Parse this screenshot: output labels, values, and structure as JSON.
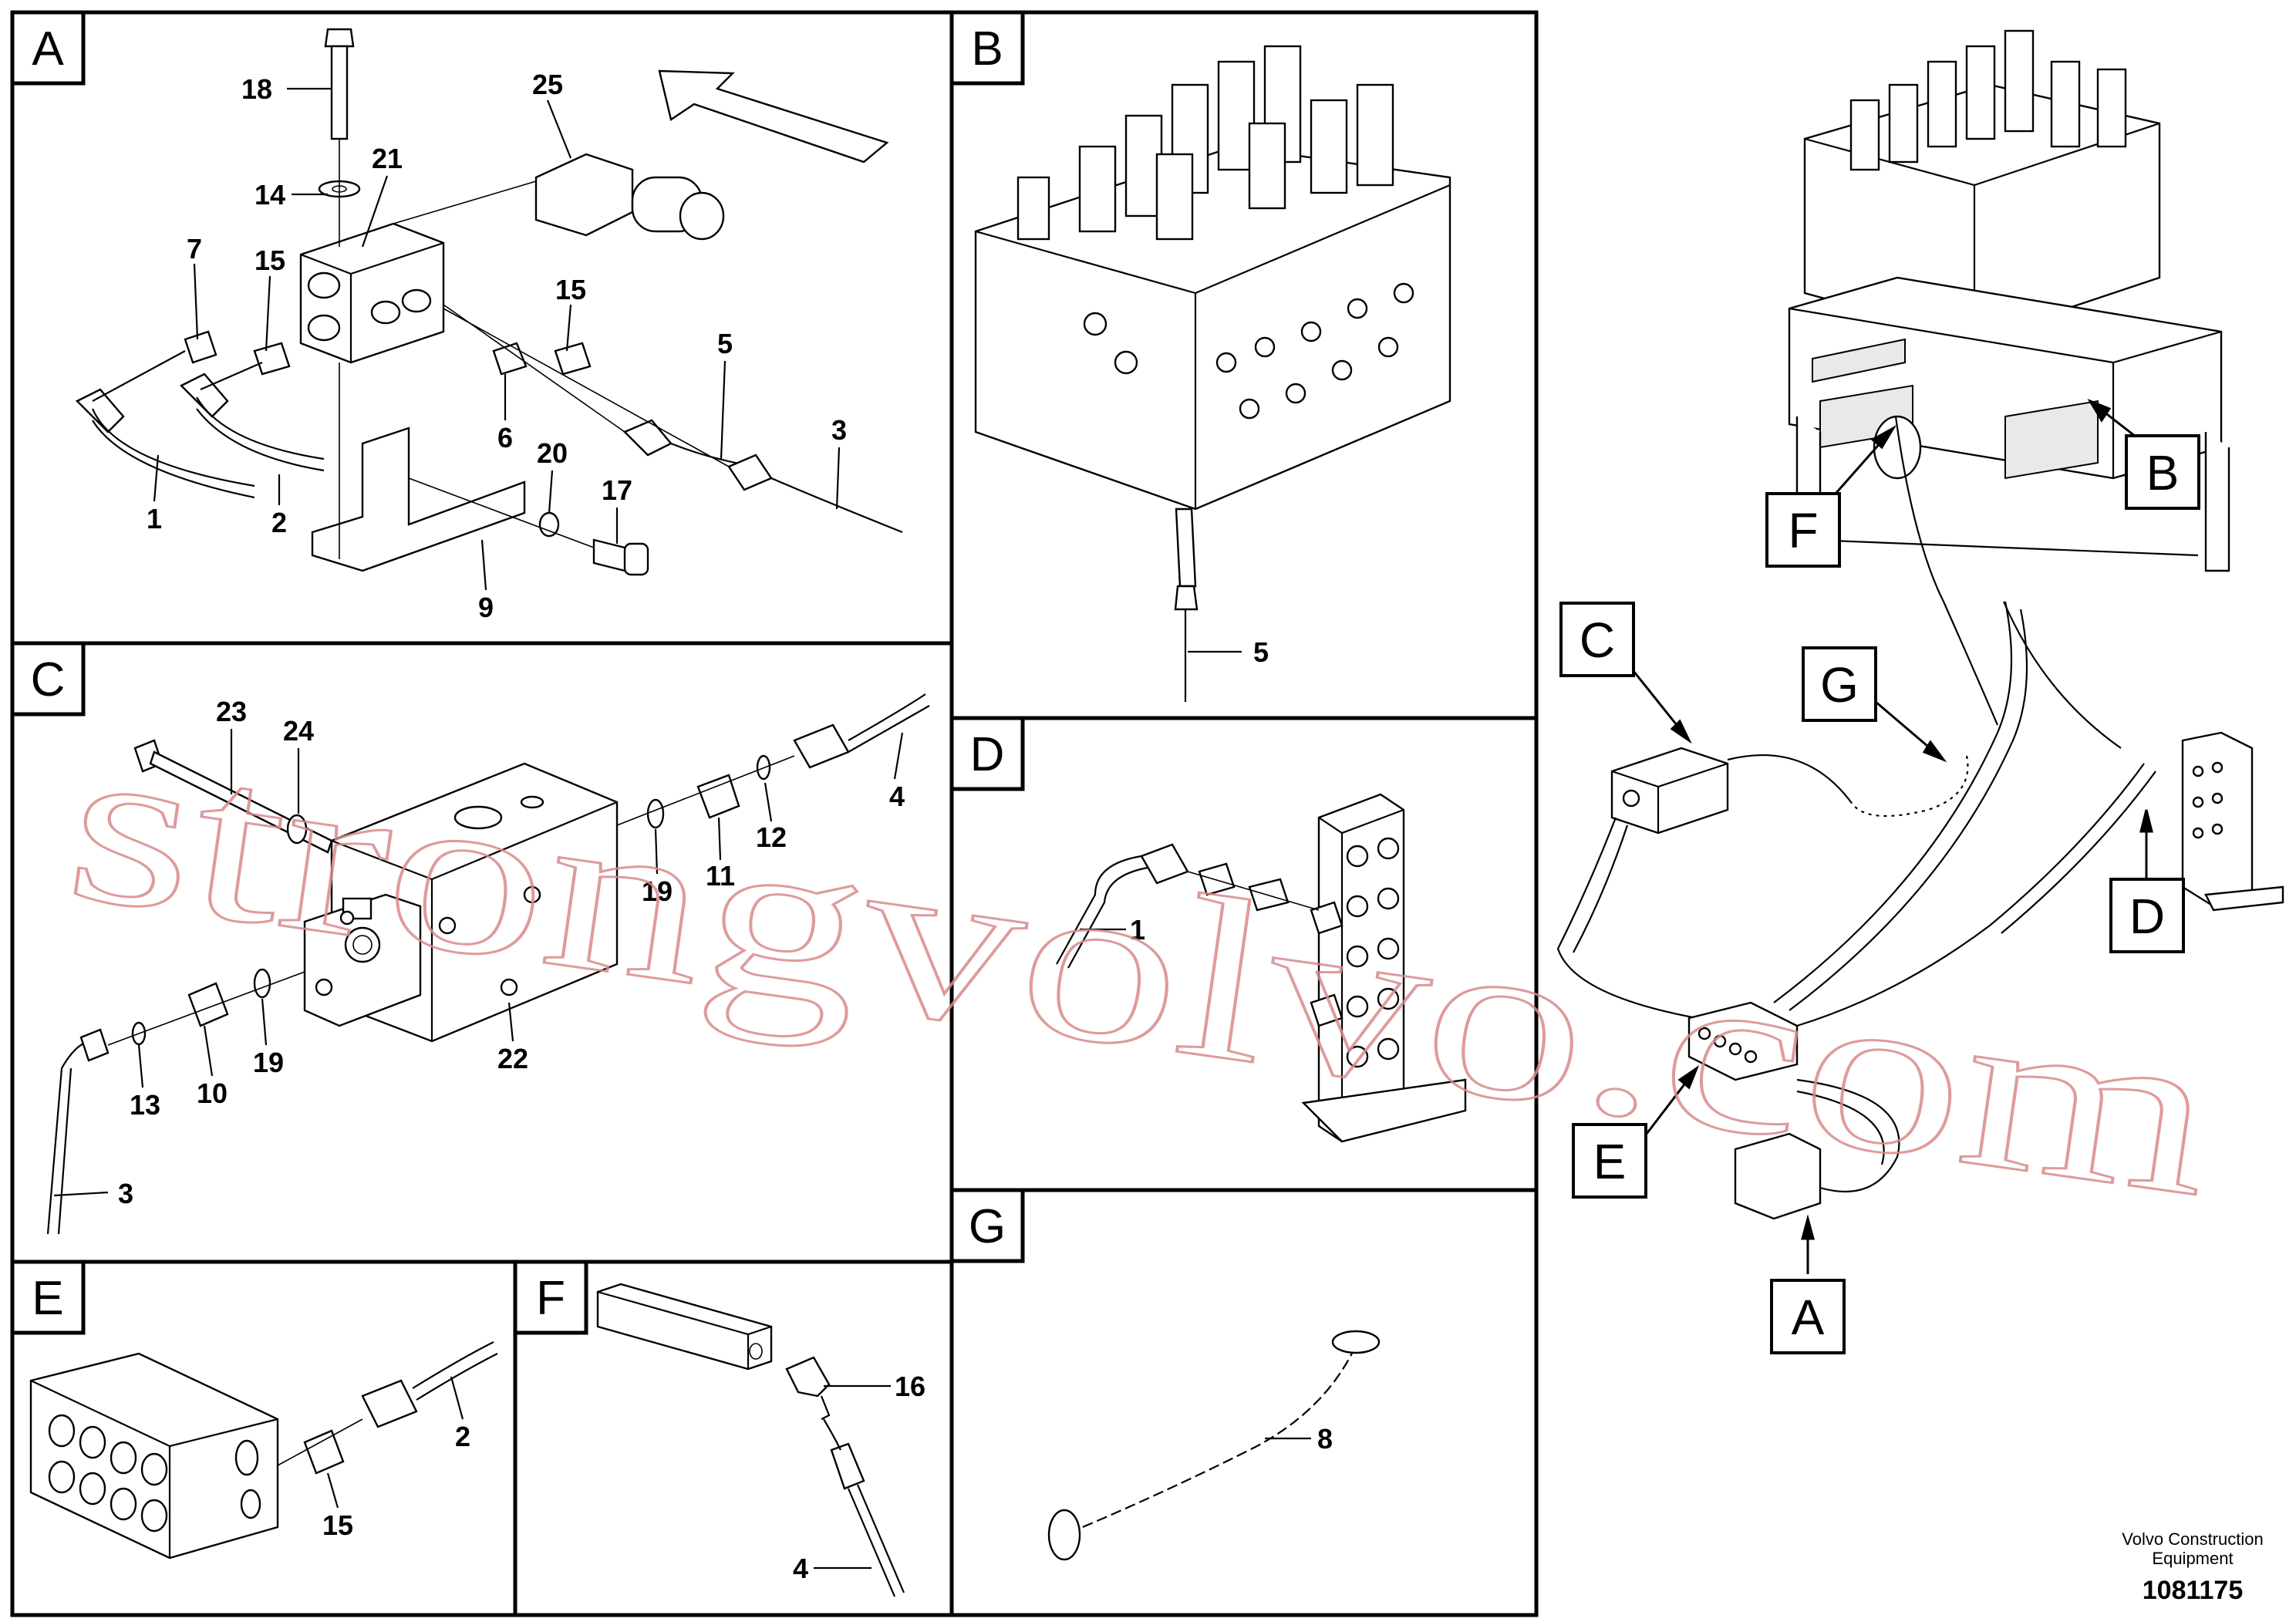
{
  "panels": {
    "A": {
      "label": "A",
      "callouts": [
        "18",
        "25",
        "14",
        "21",
        "7",
        "15",
        "15",
        "5",
        "3",
        "6",
        "20",
        "17",
        "1",
        "2",
        "9"
      ]
    },
    "B": {
      "label": "B",
      "callouts": [
        "5"
      ]
    },
    "C": {
      "label": "C",
      "callouts": [
        "23",
        "24",
        "4",
        "12",
        "19",
        "11",
        "22",
        "10",
        "19",
        "13",
        "3"
      ]
    },
    "D": {
      "label": "D",
      "callouts": [
        "1"
      ]
    },
    "E": {
      "label": "E",
      "callouts": [
        "2",
        "15"
      ]
    },
    "F": {
      "label": "F",
      "callouts": [
        "16",
        "4"
      ]
    },
    "G": {
      "label": "G",
      "callouts": [
        "8"
      ]
    }
  },
  "overview": {
    "labels": [
      "F",
      "B",
      "C",
      "G",
      "D",
      "E",
      "A"
    ]
  },
  "watermark": "strongvolvo.com",
  "footer": {
    "company_line1": "Volvo Construction",
    "company_line2": "Equipment",
    "drawing_number": "1081175"
  }
}
